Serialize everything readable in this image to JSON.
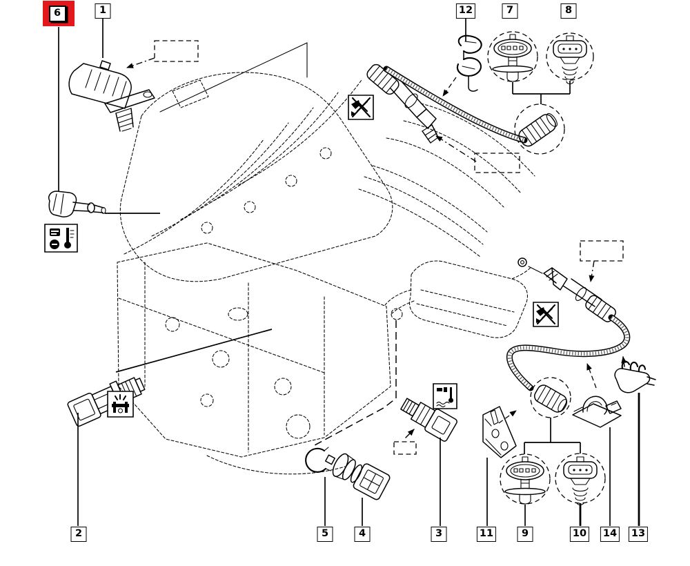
{
  "diagram": {
    "kind": "engine-sensor-exploded-parts-diagram",
    "colors": {
      "highlight": "#e2181d",
      "line": "#000000",
      "background": "#ffffff"
    },
    "callouts": [
      {
        "label": "6",
        "highlighted": true
      },
      {
        "label": "1",
        "highlighted": false
      },
      {
        "label": "12",
        "highlighted": false
      },
      {
        "label": "7",
        "highlighted": false
      },
      {
        "label": "8",
        "highlighted": false
      },
      {
        "label": "2",
        "highlighted": false
      },
      {
        "label": "5",
        "highlighted": false
      },
      {
        "label": "4",
        "highlighted": false
      },
      {
        "label": "3",
        "highlighted": false
      },
      {
        "label": "11",
        "highlighted": false
      },
      {
        "label": "9",
        "highlighted": false
      },
      {
        "label": "10",
        "highlighted": false
      },
      {
        "label": "14",
        "highlighted": false
      },
      {
        "label": "13",
        "highlighted": false
      }
    ],
    "pictograms": [
      {
        "name": "intake-air-temperature-pictogram"
      },
      {
        "name": "do-not-cut-wiring-pictogram-upper"
      },
      {
        "name": "piston-tdc-pictogram"
      },
      {
        "name": "oil-temperature-level-pictogram"
      },
      {
        "name": "do-not-cut-wiring-pictogram-lower"
      }
    ]
  }
}
